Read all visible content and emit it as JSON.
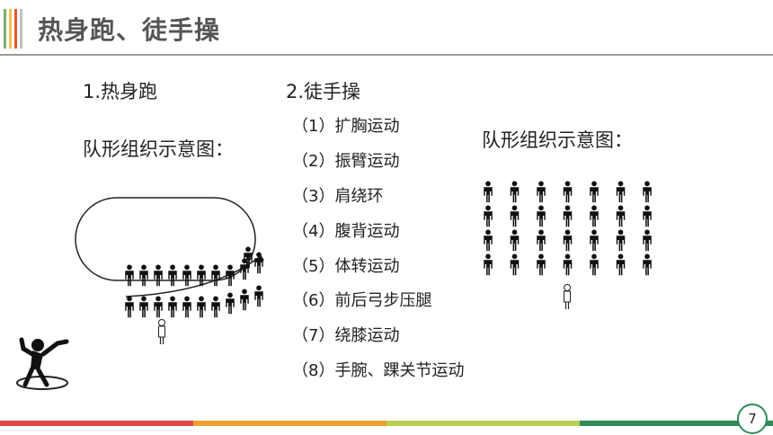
{
  "slide": {
    "title": "热身跑、徒手操",
    "page_number": "7"
  },
  "section1": {
    "heading": "1.热身跑",
    "formation_label": "队形组织示意图："
  },
  "section2": {
    "heading": "2.徒手操",
    "formation_label": "队形组织示意图：",
    "items": [
      "（1）扩胸运动",
      "（2）振臂运动",
      "（3）肩绕环",
      "（4）腹背运动",
      "（5）体转运动",
      "（6）前后弓步压腿",
      "（7）绕膝运动",
      "（8）手腕、踝关节运动"
    ]
  },
  "colors": {
    "title_stripes": [
      "#7fb069",
      "#f2c14e",
      "#e4572e",
      "#c0c0c0"
    ],
    "bottom_band": [
      "#e04848",
      "#f0a030",
      "#b8d050",
      "#2e8b57"
    ],
    "accent": "#2e8b57"
  },
  "icons": {
    "person": "person-icon",
    "teacher": "teacher-icon",
    "athlete": "athlete-icon"
  }
}
